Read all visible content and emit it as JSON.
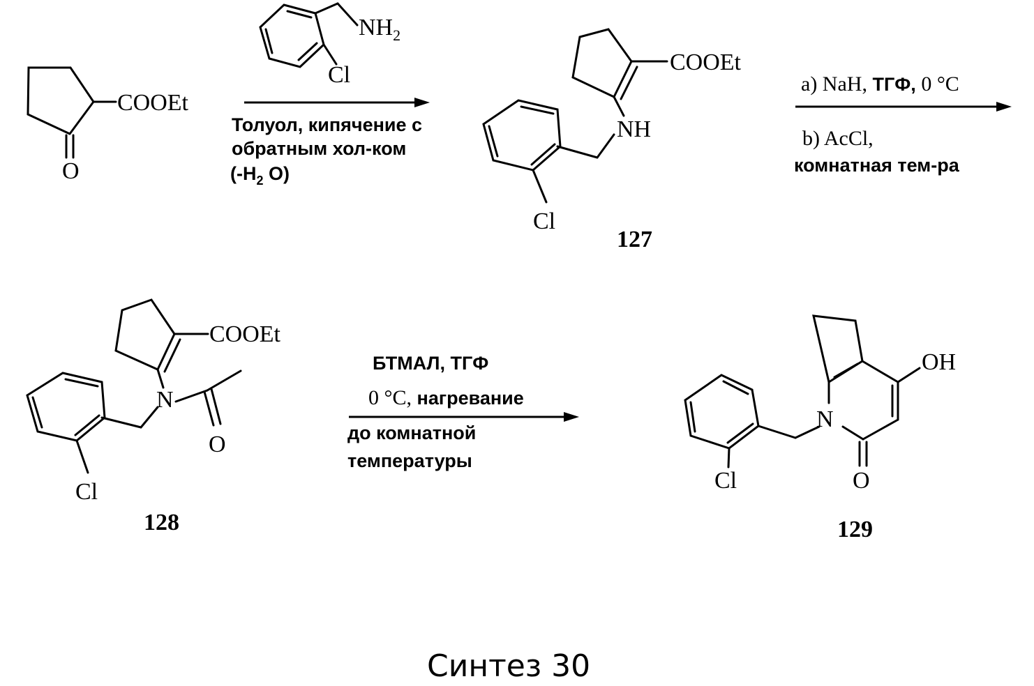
{
  "reactant": {
    "ester": "COOEt",
    "keto": "O"
  },
  "reagent_amine": {
    "amine": "NH",
    "amine_sub": "2",
    "chloro": "Cl"
  },
  "step1": {
    "line1": "Толуол, кипячение с",
    "line2": "обратным хол-ком",
    "line3_prefix": "(-H",
    "line3_sub": "2",
    "line3_suffix": " O)"
  },
  "compound_127": {
    "ester": "COOEt",
    "amine": "NH",
    "chloro": "Cl",
    "label": "127"
  },
  "step2": {
    "a_prefix": "a) NaH,  ",
    "a_solvent": "ТГФ,",
    "a_temp": " 0 °C",
    "b_line1": "b) AcCl,",
    "b_line2": "комнатная тем-ра"
  },
  "compound_128": {
    "ester": "COOEt",
    "nitrogen": "N",
    "carbonyl": "O",
    "chloro": "Cl",
    "label": "128"
  },
  "step3": {
    "line1": "БТМАЛ, ТГФ",
    "line2_temp": "0 °C,",
    "line2_text": " нагревание",
    "line3": "до комнатной",
    "line4": "температуры"
  },
  "compound_129": {
    "hydroxy": "OH",
    "nitrogen": "N",
    "carbonyl": "O",
    "chloro": "Cl",
    "label": "129"
  },
  "caption": "Синтез 30"
}
